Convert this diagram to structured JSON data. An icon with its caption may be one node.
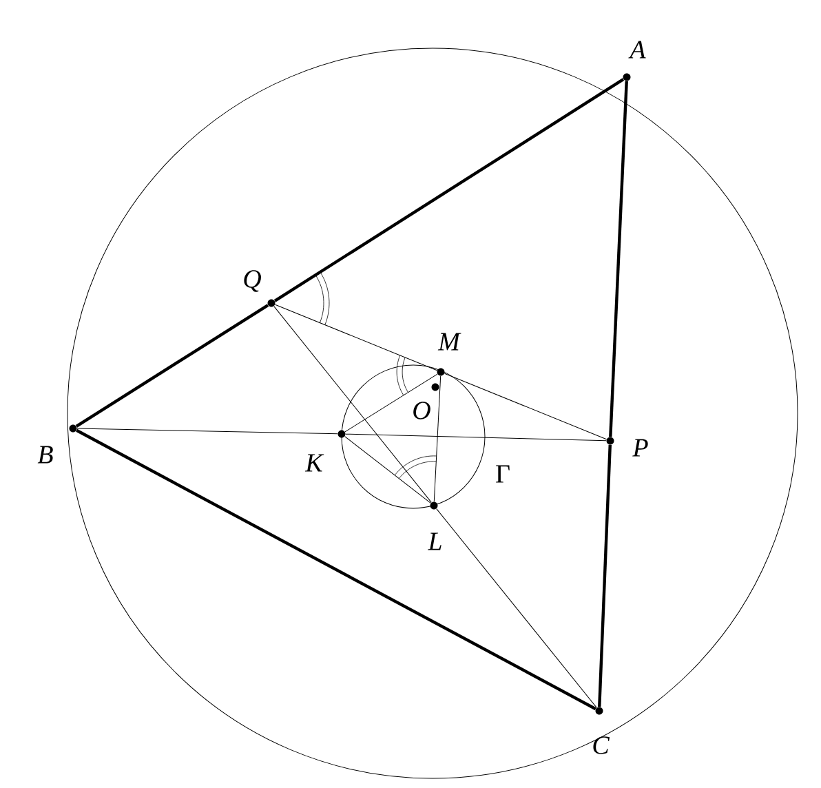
{
  "diagram": {
    "nodes": [
      {
        "text": [
          "A"
        ]
      },
      {
        "text": [
          "B"
        ]
      },
      {
        "text": [
          "C"
        ]
      },
      {
        "text": [
          "Q"
        ]
      },
      {
        "text": [
          "M"
        ]
      },
      {
        "text": [
          "O"
        ]
      },
      {
        "text": [
          "K"
        ]
      },
      {
        "text": [
          "P"
        ]
      },
      {
        "text": [
          "L"
        ]
      }
    ],
    "labels": [
      "Γ"
    ],
    "edges": [
      {
        "from": 0,
        "to": 3,
        "arrow": "none",
        "style": "thick"
      },
      {
        "from": 3,
        "to": 1,
        "arrow": "none",
        "style": "thick"
      },
      {
        "from": 1,
        "to": 2,
        "arrow": "none",
        "style": "thick"
      },
      {
        "from": 2,
        "to": 7,
        "arrow": "none",
        "style": "thick"
      },
      {
        "from": 7,
        "to": 0,
        "arrow": "none",
        "style": "thick"
      },
      {
        "from": 3,
        "to": 4,
        "arrow": "none"
      },
      {
        "from": 4,
        "to": 7,
        "arrow": "none"
      },
      {
        "from": 1,
        "to": 6,
        "arrow": "none"
      },
      {
        "from": 6,
        "to": 7,
        "arrow": "none"
      },
      {
        "from": 3,
        "to": 8,
        "arrow": "none"
      },
      {
        "from": 8,
        "to": 2,
        "arrow": "none"
      },
      {
        "from": 6,
        "to": 4,
        "arrow": "none"
      },
      {
        "from": 4,
        "to": 8,
        "arrow": "none"
      },
      {
        "from": 6,
        "to": 8,
        "arrow": "none"
      }
    ]
  }
}
